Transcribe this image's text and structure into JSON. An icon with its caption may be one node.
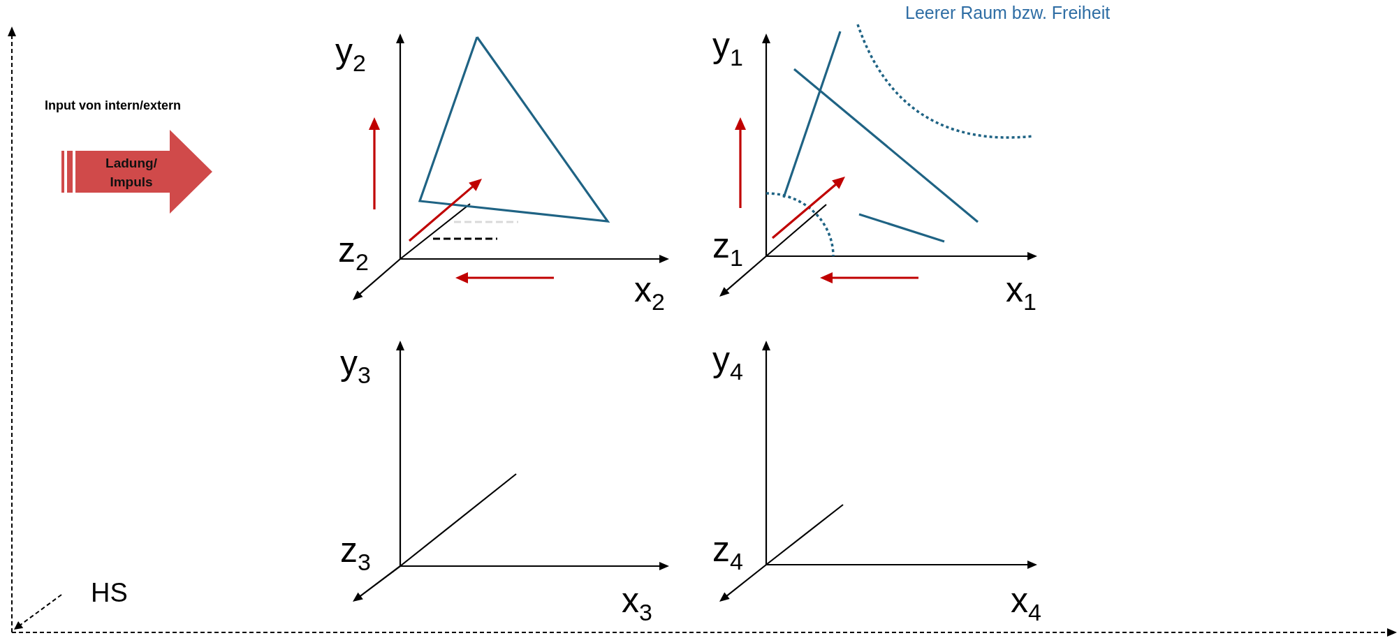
{
  "diagram": {
    "nodes": [
      {
        "text": [
          "Ladung/ Impuls"
        ]
      }
    ],
    "edges": [],
    "labels": [
      "Leerer Raum bzw. Freiheit",
      "y$_{2}$",
      "y$_{1}$",
      "Input von intern/extern",
      "z$_{2}$",
      "z$_{1}$",
      "x$_{2}$",
      "x$_{1}$",
      "y$_{3}$",
      "y$_{4}$",
      "z$_{3}$",
      "z$_{4}$",
      "HS",
      "x$_{3}$",
      "x$_{4}$"
    ]
  }
}
